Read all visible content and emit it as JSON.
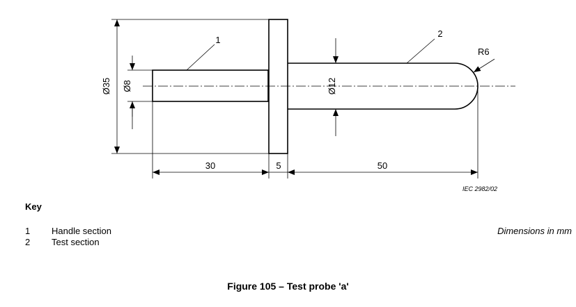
{
  "drawing": {
    "callout_handle": "1",
    "callout_test": "2",
    "radius_label": "R6",
    "dia_flange": "Ø35",
    "dia_handle": "Ø8",
    "dia_test": "Ø12",
    "len_handle": "30",
    "len_flange": "5",
    "len_test": "50",
    "ref_code": "IEC  2982/02"
  },
  "key": {
    "title": "Key",
    "items": [
      {
        "num": "1",
        "label": "Handle section"
      },
      {
        "num": "2",
        "label": "Test section"
      }
    ]
  },
  "units_note": "Dimensions in mm",
  "caption": "Figure 105 – Test probe  'a'"
}
